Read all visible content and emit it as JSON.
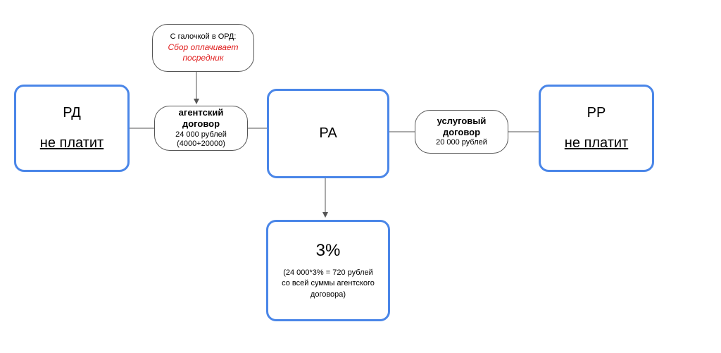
{
  "note": {
    "line1": "С галочкой в ОРД:",
    "line2": "Сбор оплачивает",
    "line3": "посредник"
  },
  "rd": {
    "title": "РД",
    "status": "не платит"
  },
  "ra": {
    "title": "РА"
  },
  "rr": {
    "title": "РР",
    "status": "не платит"
  },
  "agent_contract": {
    "line1": "агентский",
    "line2": "договор",
    "amount": "24 000 рублей",
    "breakdown": "(4000+20000)"
  },
  "service_contract": {
    "line1": "услуговый",
    "line2": "договор",
    "amount": "20 000 рублей"
  },
  "fee": {
    "percent": "3%",
    "line1": "(24 000*3% = 720 рублей",
    "line2": "со всей суммы агентского",
    "line3": "договора)"
  },
  "colors": {
    "box_border": "#4a86e8",
    "connector": "#555555",
    "accent_red": "#e02020"
  }
}
